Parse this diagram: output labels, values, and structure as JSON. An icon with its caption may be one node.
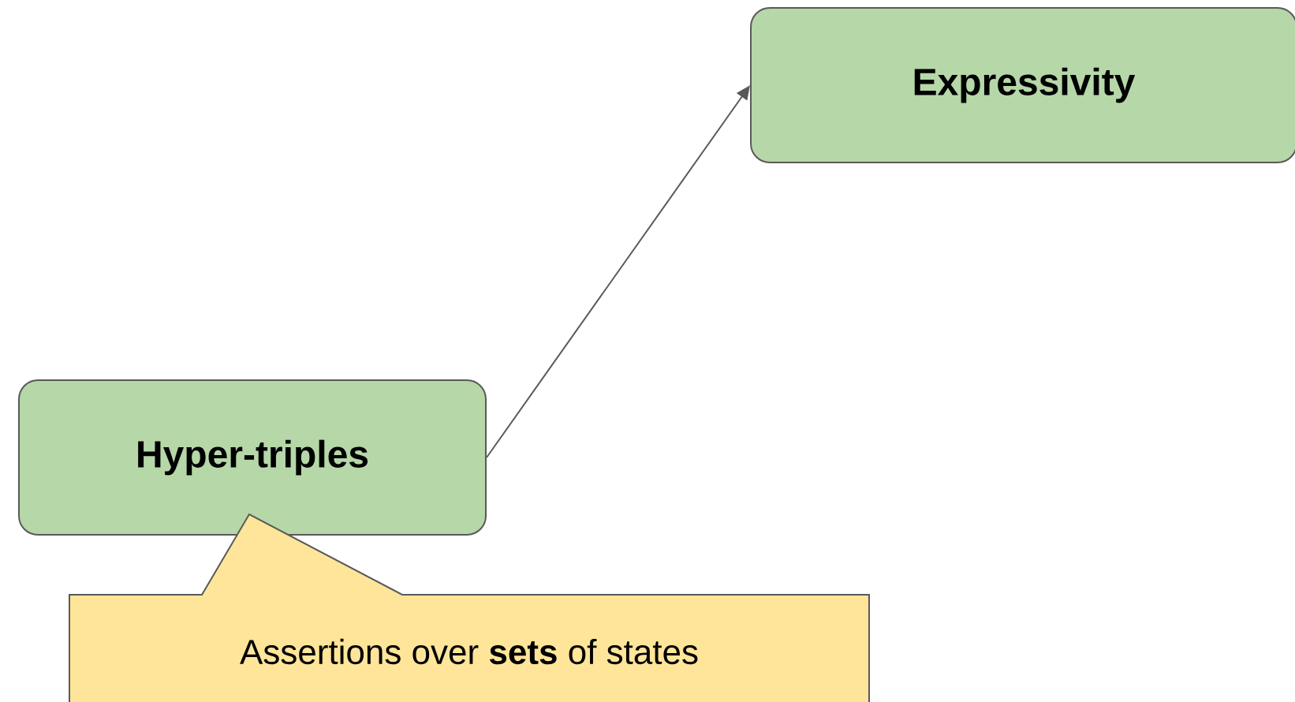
{
  "diagram": {
    "nodes": [
      {
        "text": [
          "Hyper-triples"
        ]
      },
      {
        "text": [
          "Expressivity"
        ]
      },
      {
        "text": [
          "Assertions over **sets** of states"
        ]
      }
    ],
    "edges": [
      {
        "from": 0,
        "to": 1,
        "arrow": "to"
      }
    ]
  }
}
